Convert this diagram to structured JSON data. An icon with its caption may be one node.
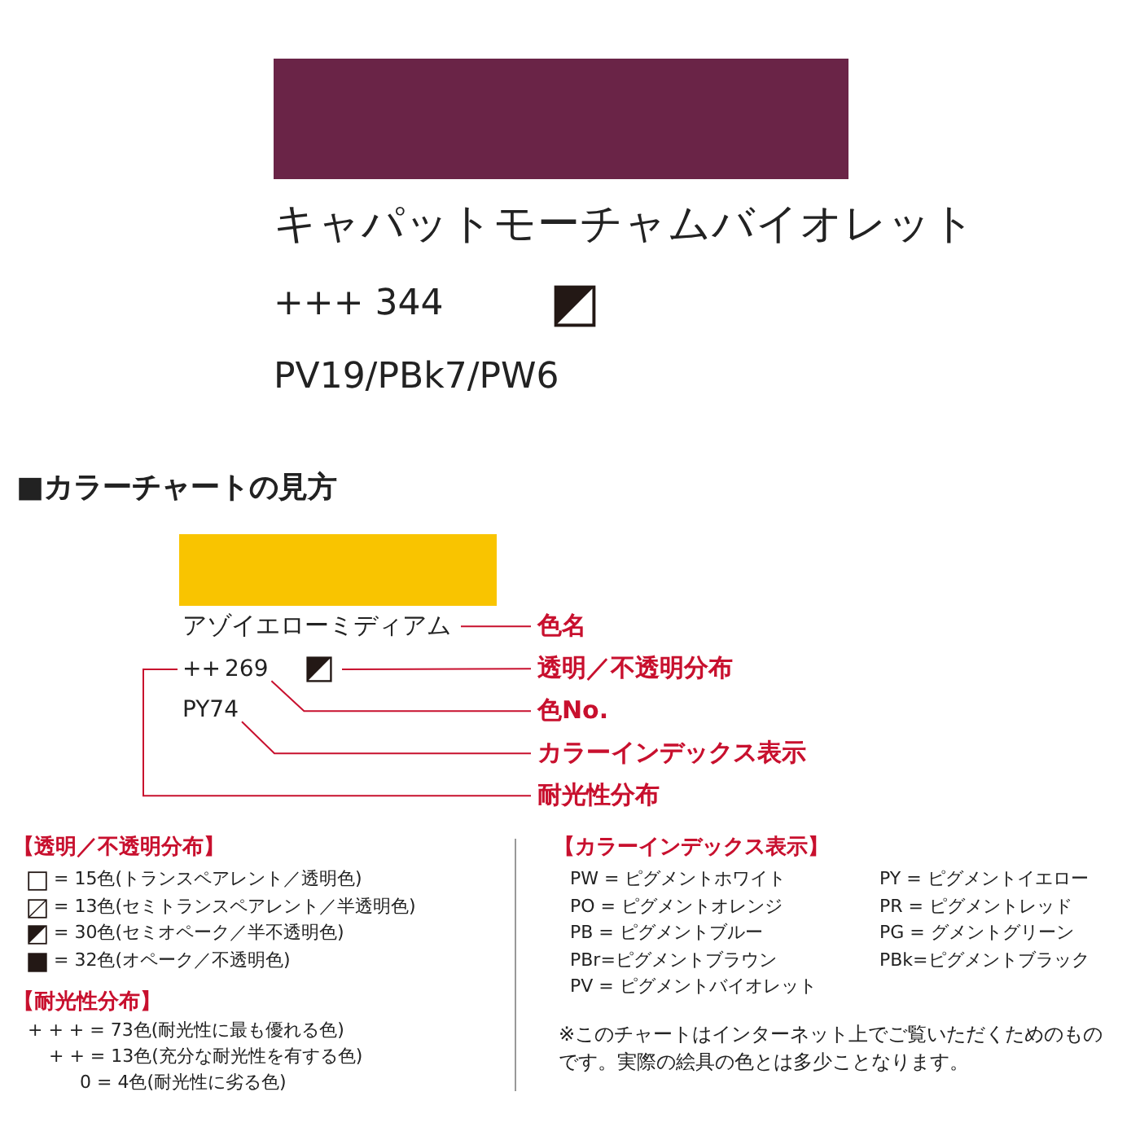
{
  "diagram": {
    "nodes": [
      {
        "text": [
          "アゾイエローミディアム"
        ]
      },
      {
        "text": [
          "++"
        ]
      },
      {
        "text": [
          "269"
        ]
      },
      {
        "text": [],
        "shape": "box"
      },
      {
        "text": [
          "PY74"
        ]
      },
      {
        "text": [
          "色名"
        ]
      },
      {
        "text": [
          "透明／不透明分布"
        ]
      },
      {
        "text": [
          "色No."
        ]
      },
      {
        "text": [
          "カラーインデックス表示"
        ]
      },
      {
        "text": [
          "耐光性分布"
        ]
      }
    ],
    "edges": [
      {
        "from": 5,
        "to": 0,
        "arrow": "none"
      },
      {
        "from": 6,
        "to": 3,
        "arrow": "none"
      },
      {
        "from": 7,
        "to": 2,
        "arrow": "none"
      },
      {
        "from": 8,
        "to": 4,
        "arrow": "none"
      },
      {
        "from": 9,
        "to": 1,
        "arrow": "none"
      }
    ],
    "labels": [
      "キャパットモーチャムバイオレット",
      "+++ 344",
      "PV19/PBk7/PW6",
      "■カラーチャートの見方",
      "【透明／不透明分布】",
      "【耐光性分布】",
      "+ + + = 73色(耐光性に最も優れる色)",
      "+ + = 13色(充分な耐光性を有する色)",
      "0 = 4色(耐光性に劣る色)",
      "【カラーインデックス表示】",
      "PW = ピグメントホワイト",
      "PY = ピグメントイエロー",
      "PO = ピグメントオレンジ",
      "PR = ピグメントレッド",
      "PB = ピグメントブルー",
      "PG = グメントグリーン",
      "PBr=ピグメントブラウン",
      "PBk=ピグメントブラック",
      "PV = ピグメントバイオレット",
      "※このチャートはインターネット上でご覧いただくためのものです。実際の絵具の色とは多少ことなります。"
    ],
    "legend": [
      {
        "text": "= 15色(トランスペアレント／透明色)"
      },
      {
        "text": "= 13色(セミトランスペアレント／半透明色)"
      },
      {
        "text": "= 30色(セミオペーク／半不透明色)"
      },
      {
        "text": "= 32色(オペーク／不透明色)"
      }
    ]
  }
}
